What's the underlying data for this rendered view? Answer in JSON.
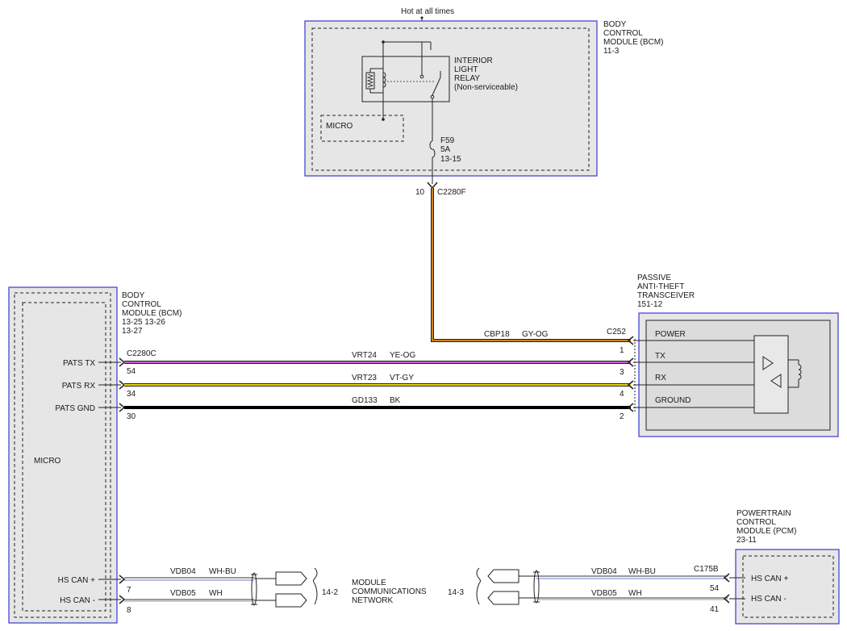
{
  "top": {
    "hot_label": "Hot at all times",
    "bcm_title": [
      "BODY",
      "CONTROL",
      "MODULE (BCM)",
      "11-3"
    ],
    "relay_title": [
      "INTERIOR",
      "LIGHT",
      "RELAY",
      "(Non-serviceable)"
    ],
    "micro": "MICRO",
    "fuse": [
      "F59",
      "5A",
      "13-15"
    ],
    "pin": "10",
    "connector": "C2280F"
  },
  "left_bcm": {
    "title": [
      "BODY",
      "CONTROL",
      "MODULE (BCM)",
      "13-25    13-26",
      "13-27"
    ],
    "micro": "MICRO",
    "connector": "C2280C",
    "pins": [
      {
        "label": "PATS TX",
        "pin": "54"
      },
      {
        "label": "PATS RX",
        "pin": "34"
      },
      {
        "label": "PATS GND",
        "pin": "30"
      },
      {
        "label": "HS CAN +",
        "pin": "7"
      },
      {
        "label": "HS CAN -",
        "pin": "8"
      }
    ]
  },
  "pats": {
    "title": [
      "PASSIVE",
      "ANTI-THEFT",
      "TRANSCEIVER",
      "151-12"
    ],
    "connector": "C252",
    "pins": [
      {
        "label": "POWER",
        "pin": "1"
      },
      {
        "label": "TX",
        "pin": "3"
      },
      {
        "label": "RX",
        "pin": "4"
      },
      {
        "label": "GROUND",
        "pin": "2"
      }
    ]
  },
  "wires": [
    {
      "circuit": "CBP18",
      "color_code": "GY-OG",
      "color": "#c8861a"
    },
    {
      "circuit": "VRT24",
      "color_code": "YE-OG",
      "color": "#c860c8"
    },
    {
      "circuit": "VRT23",
      "color_code": "VT-GY",
      "color": "#e8d800"
    },
    {
      "circuit": "GD133",
      "color_code": "BK",
      "color": "#000000"
    }
  ],
  "can_left": [
    {
      "circuit": "VDB04",
      "color_code": "WH-BU"
    },
    {
      "circuit": "VDB05",
      "color_code": "WH"
    }
  ],
  "network": {
    "left_ref": "14-2",
    "right_ref": "14-3",
    "label": [
      "MODULE",
      "COMMUNICATIONS",
      "NETWORK"
    ]
  },
  "pcm": {
    "title": [
      "POWERTRAIN",
      "CONTROL",
      "MODULE (PCM)",
      "23-11"
    ],
    "connector": "C175B",
    "wires": [
      {
        "circuit": "VDB04",
        "color_code": "WH-BU",
        "pin": "54",
        "label": "HS CAN +"
      },
      {
        "circuit": "VDB05",
        "color_code": "WH",
        "pin": "41",
        "label": "HS CAN -"
      }
    ]
  }
}
